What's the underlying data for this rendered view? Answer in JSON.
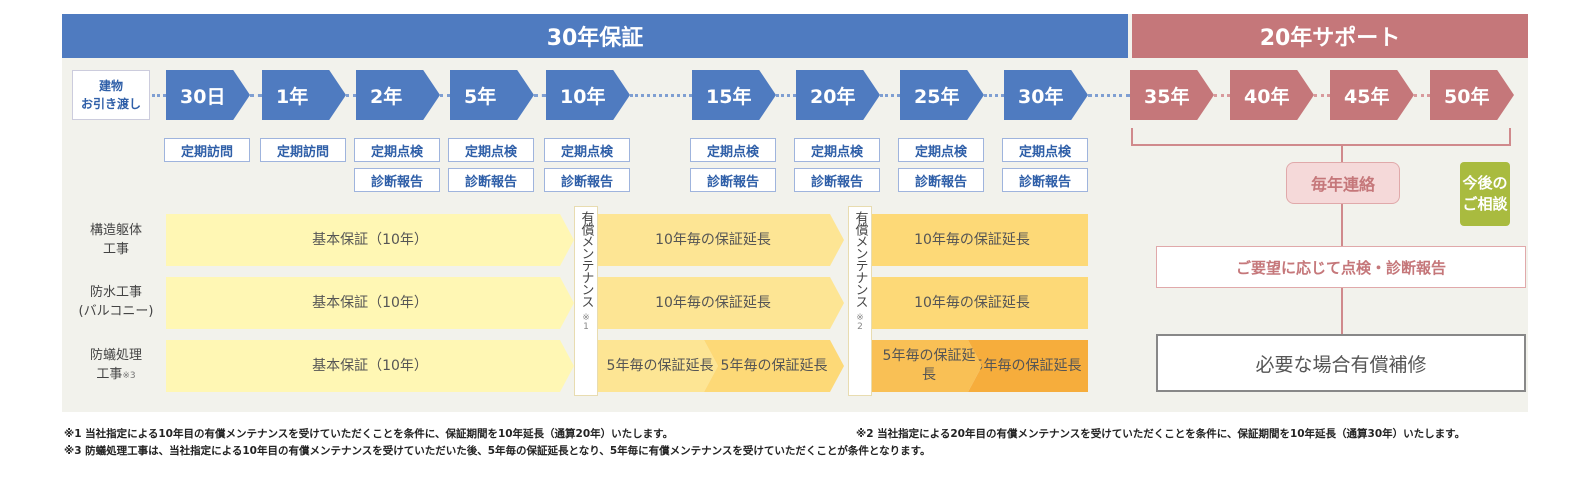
{
  "header": {
    "warranty_title": "30年保証",
    "support_title": "20年サポート"
  },
  "handover": {
    "line1": "建物",
    "line2": "お引き渡し"
  },
  "milestones_blue": [
    "30日",
    "1年",
    "2年",
    "5年",
    "10年",
    "15年",
    "20年",
    "25年",
    "30年"
  ],
  "milestones_pink": [
    "35年",
    "40年",
    "45年",
    "50年"
  ],
  "inspections": [
    [
      "定期訪問"
    ],
    [
      "定期訪問"
    ],
    [
      "定期点検",
      "診断報告"
    ],
    [
      "定期点検",
      "診断報告"
    ],
    [
      "定期点検",
      "診断報告"
    ],
    [
      "定期点検",
      "診断報告"
    ],
    [
      "定期点検",
      "診断報告"
    ],
    [
      "定期点検",
      "診断報告"
    ],
    [
      "定期点検",
      "診断報告"
    ]
  ],
  "rows": [
    {
      "label1": "構造躯体",
      "label2": "工事",
      "base": "基本保証（10年）",
      "ext1": "10年毎の保証延長",
      "ext2": "10年毎の保証延長"
    },
    {
      "label1": "防水工事",
      "label2": "(バルコニー)",
      "base": "基本保証（10年）",
      "ext1": "10年毎の保証延長",
      "ext2": "10年毎の保証延長"
    },
    {
      "label1": "防蟻処理",
      "label2": "工事",
      "note": "※3",
      "base": "基本保証（10年）",
      "ext_a": "5年毎の保証延長",
      "ext_b": "5年毎の保証延長",
      "ext_c": "5年毎の保証延長",
      "ext_d": "5年毎の保証延長"
    }
  ],
  "maintenance": [
    {
      "text": "有償メンテナンス",
      "note": "※1"
    },
    {
      "text": "有償メンテナンス",
      "note": "※2"
    }
  ],
  "support": {
    "annual": "毎年連絡",
    "consult": "今後のご相談",
    "inspection": "ご要望に応じて点検・診断報告",
    "repair": "必要な場合有償補修"
  },
  "footnotes": {
    "n1": "※1 当社指定による10年目の有償メンテナンスを受けていただくことを条件に、保証期間を10年延長（通算20年）いたします。",
    "n2": "※2 当社指定による20年目の有償メンテナンスを受けていただくことを条件に、保証期間を10年延長（通算30年）いたします。",
    "n3": "※3 防蟻処理工事は、当社指定による10年目の有償メンテナンスを受けていただいた後、5年毎の保証延長となり、5年毎に有償メンテナンスを受けていただくことが条件となります。"
  },
  "colors": {
    "blue": "#4f7bc0",
    "pink": "#c5777a",
    "green": "#a9bb3f"
  }
}
